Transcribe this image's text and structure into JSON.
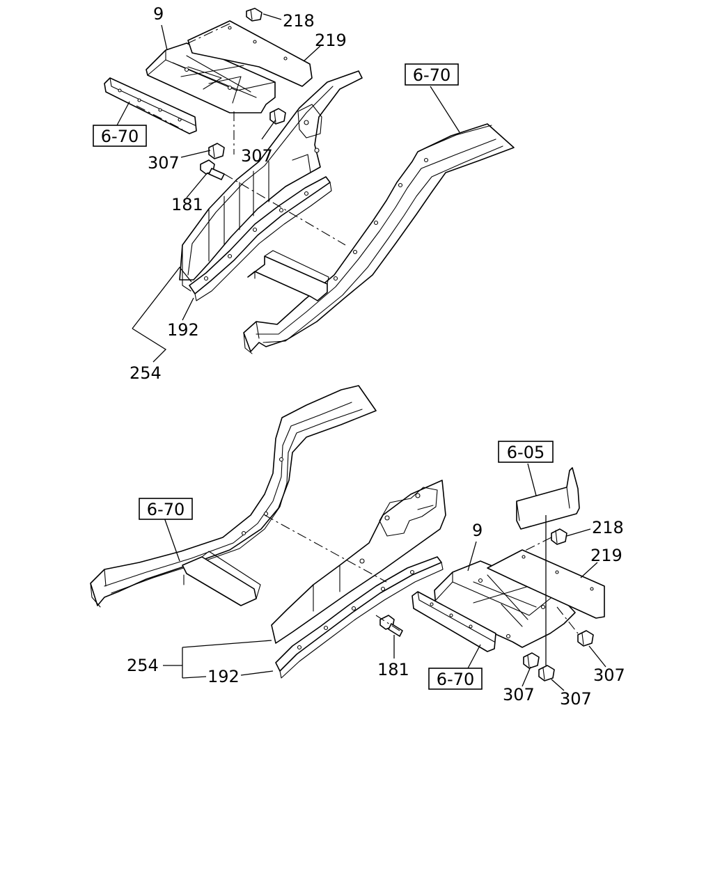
{
  "upper_view": {
    "labels": {
      "plate": "9",
      "bolt_top": "218",
      "cover": "219",
      "nut_left": "307",
      "nut_right": "307",
      "bolt_side": "181",
      "rail_lower": "192",
      "bracket": "254"
    },
    "refs": {
      "left": "6-70",
      "frame": "6-70"
    }
  },
  "lower_view": {
    "labels": {
      "plate": "9",
      "bolt_top": "218",
      "cover": "219",
      "bracket": "254",
      "rail_lower": "192",
      "bolt_side": "181",
      "nut_a": "307",
      "nut_b": "307",
      "nut_c": "307"
    },
    "refs": {
      "tank": "6-05",
      "frame": "6-70",
      "bottom": "6-70"
    }
  }
}
